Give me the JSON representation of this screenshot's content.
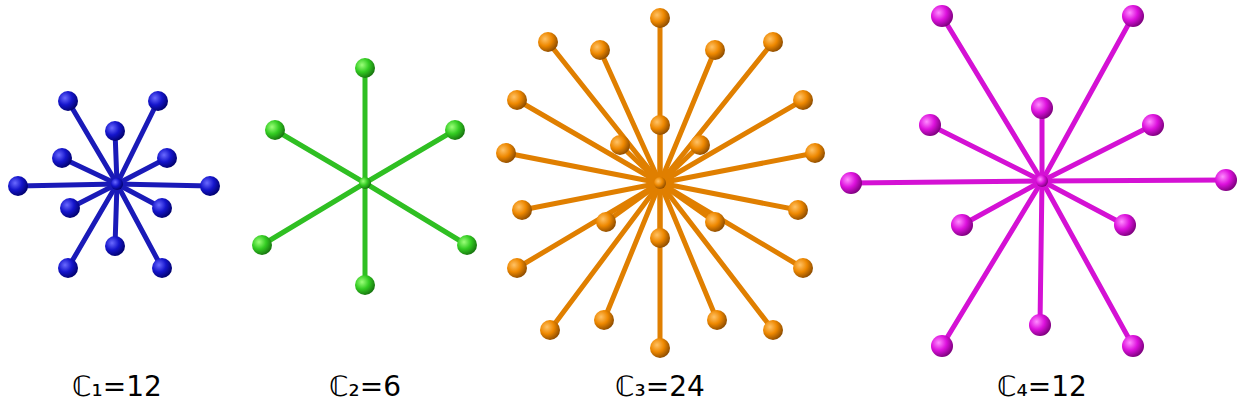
{
  "diagram": {
    "labels": [
      "ℂ₁=12",
      "ℂ₂=6",
      "ℂ₃=24",
      "ℂ₄=12"
    ]
  }
}
